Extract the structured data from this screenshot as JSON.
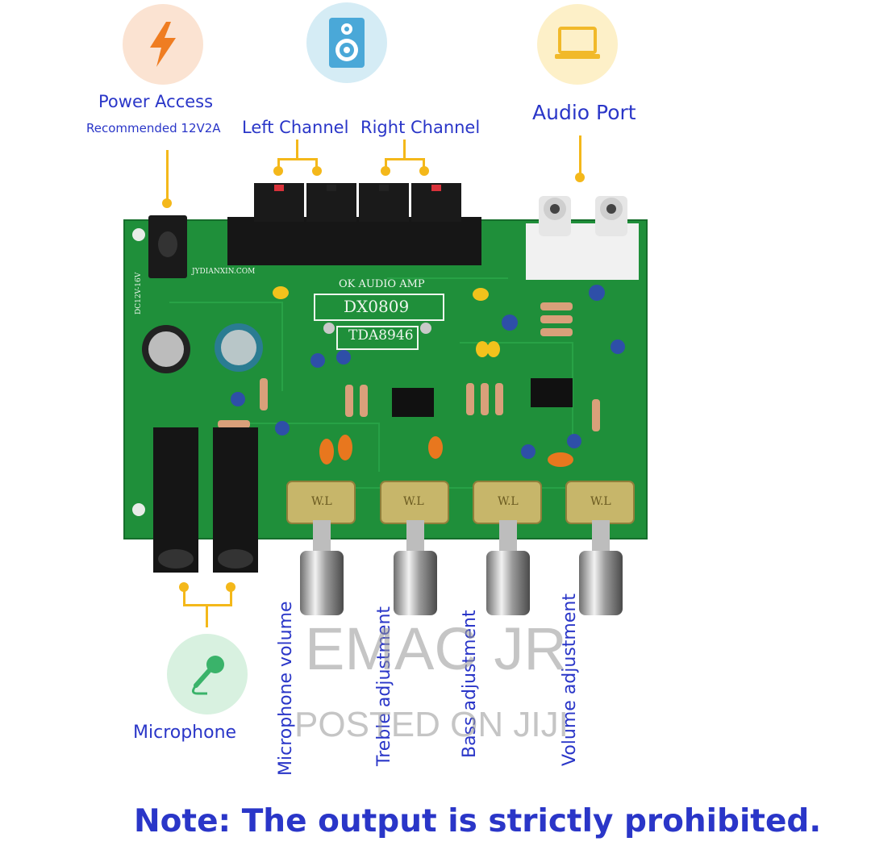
{
  "labels": {
    "power_access": "Power Access",
    "power_recommended": "Recommended 12V2A",
    "left_channel": "Left Channel",
    "right_channel": "Right Channel",
    "audio_port": "Audio Port",
    "microphone": "Microphone",
    "mic_volume": "Microphone volume",
    "treble": "Treble adjustment",
    "bass": "Bass adjustment",
    "volume": "Volume adjustment"
  },
  "board": {
    "brand": "JYDIANXIN.COM",
    "title": "OK AUDIO AMP",
    "model": "DX0809",
    "chip": "TDA8946",
    "power_rating": "DC12V-16V",
    "knob_mark": "W.L"
  },
  "note": "Note: The output is strictly prohibited.",
  "watermark": {
    "line1": "EMAC JR",
    "line2": "POSTED ON JIJI"
  },
  "colors": {
    "label_blue": "#2a36c8",
    "callout_yellow": "#f4b81a",
    "pcb_green": "#1f8f3a"
  }
}
